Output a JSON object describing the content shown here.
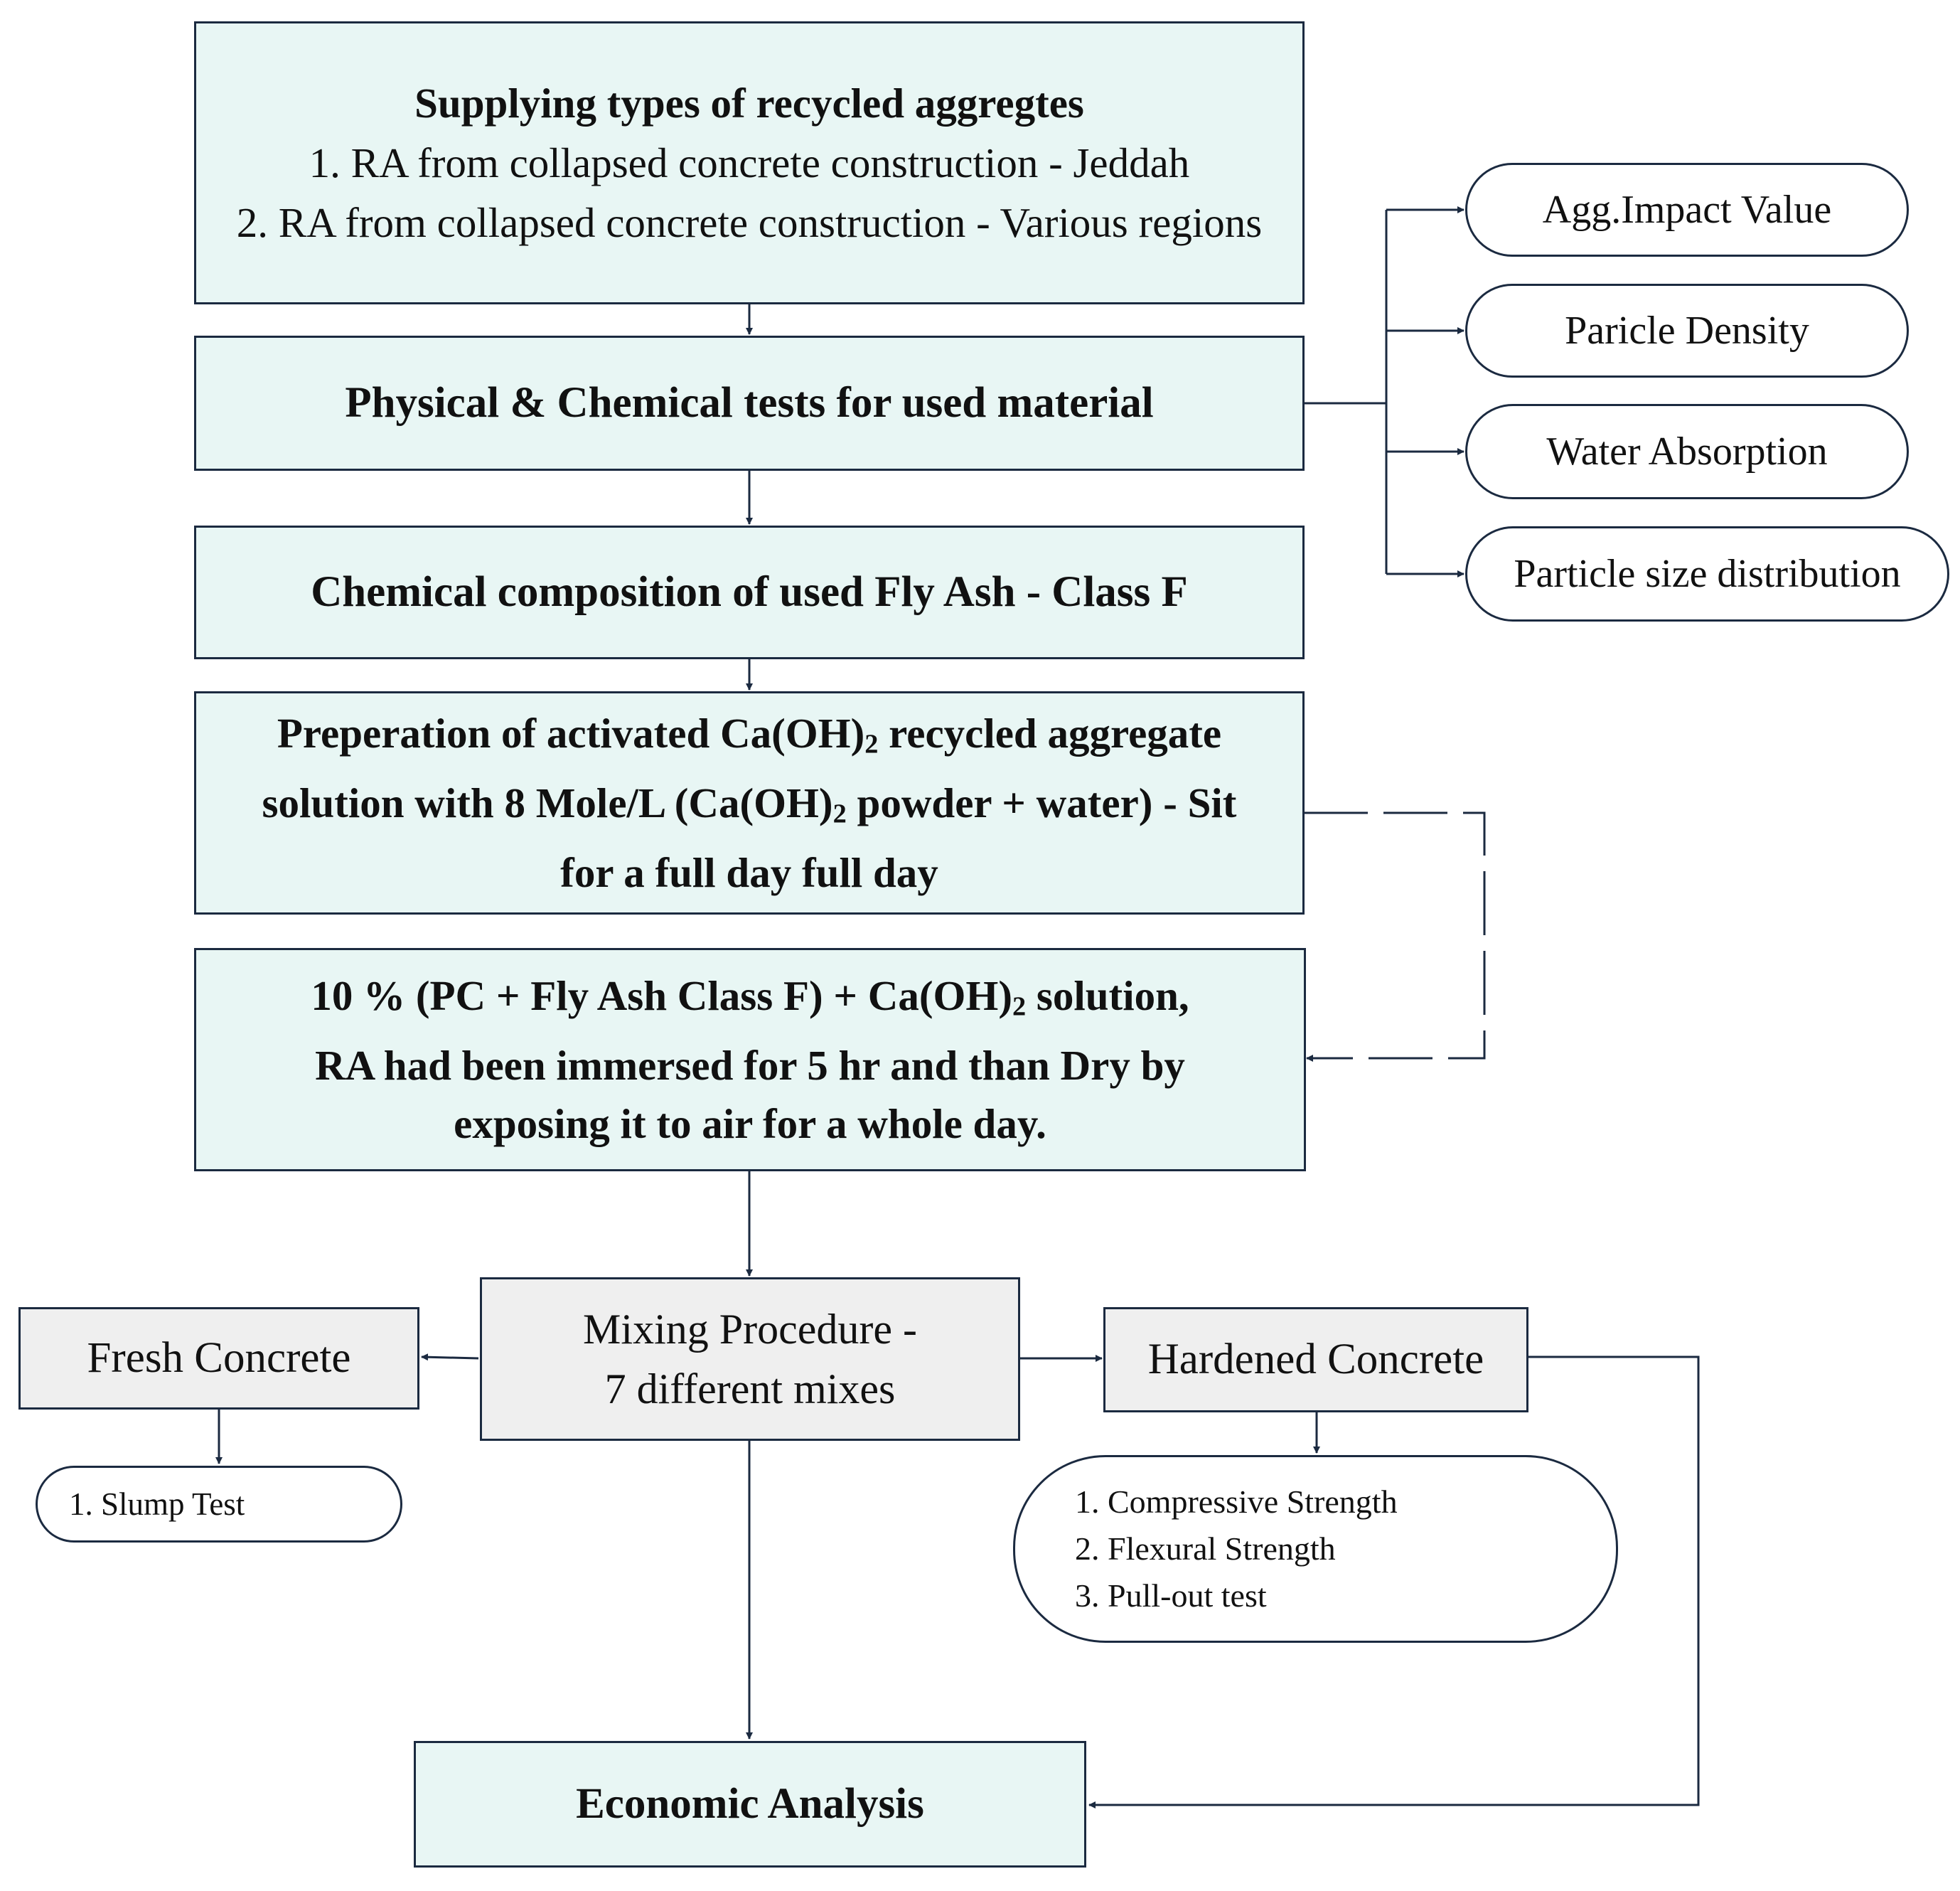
{
  "supply": {
    "title": "Supplying types of recycled aggregtes",
    "items": [
      "1. RA from collapsed concrete construction - Jeddah",
      "2. RA from collapsed concrete construction - Various regions"
    ]
  },
  "physical": {
    "title": "Physical & Chemical tests for used material"
  },
  "tests": [
    "Agg.Impact Value",
    "Paricle Density",
    "Water Absorption",
    "Particle size distribution"
  ],
  "flyash": {
    "title": "Chemical composition of used Fly Ash - Class F"
  },
  "prep": {
    "l1a": "Preperation of activated Ca(OH)",
    "l1sub": "2",
    "l1b": " recycled aggregate",
    "l2a": "solution with 8 Mole/L  (Ca(OH)",
    "l2sub": "2",
    "l2b": " powder + water) - Sit",
    "l3": "for a full day full day"
  },
  "immerse": {
    "l1a": "10 % (PC + Fly Ash Class F)  + Ca(OH)",
    "l1sub": "2",
    "l1b": " solution,",
    "l2": "RA had been immersed for 5 hr and than Dry by",
    "l3": "exposing it to air for a whole day."
  },
  "mixing": {
    "l1": "Mixing Procedure -",
    "l2": "7 different mixes"
  },
  "fresh": {
    "title": "Fresh Concrete",
    "tests": [
      "1. Slump Test"
    ]
  },
  "hardened": {
    "title": "Hardened Concrete",
    "tests": [
      "1. Compressive Strength",
      "2. Flexural Strength",
      "3. Pull-out test"
    ]
  },
  "economic": {
    "title": "Economic Analysis"
  },
  "colors": {
    "teal_fill": "#e8f6f4",
    "grey_fill": "#efefef",
    "stroke": "#1b2a40"
  }
}
